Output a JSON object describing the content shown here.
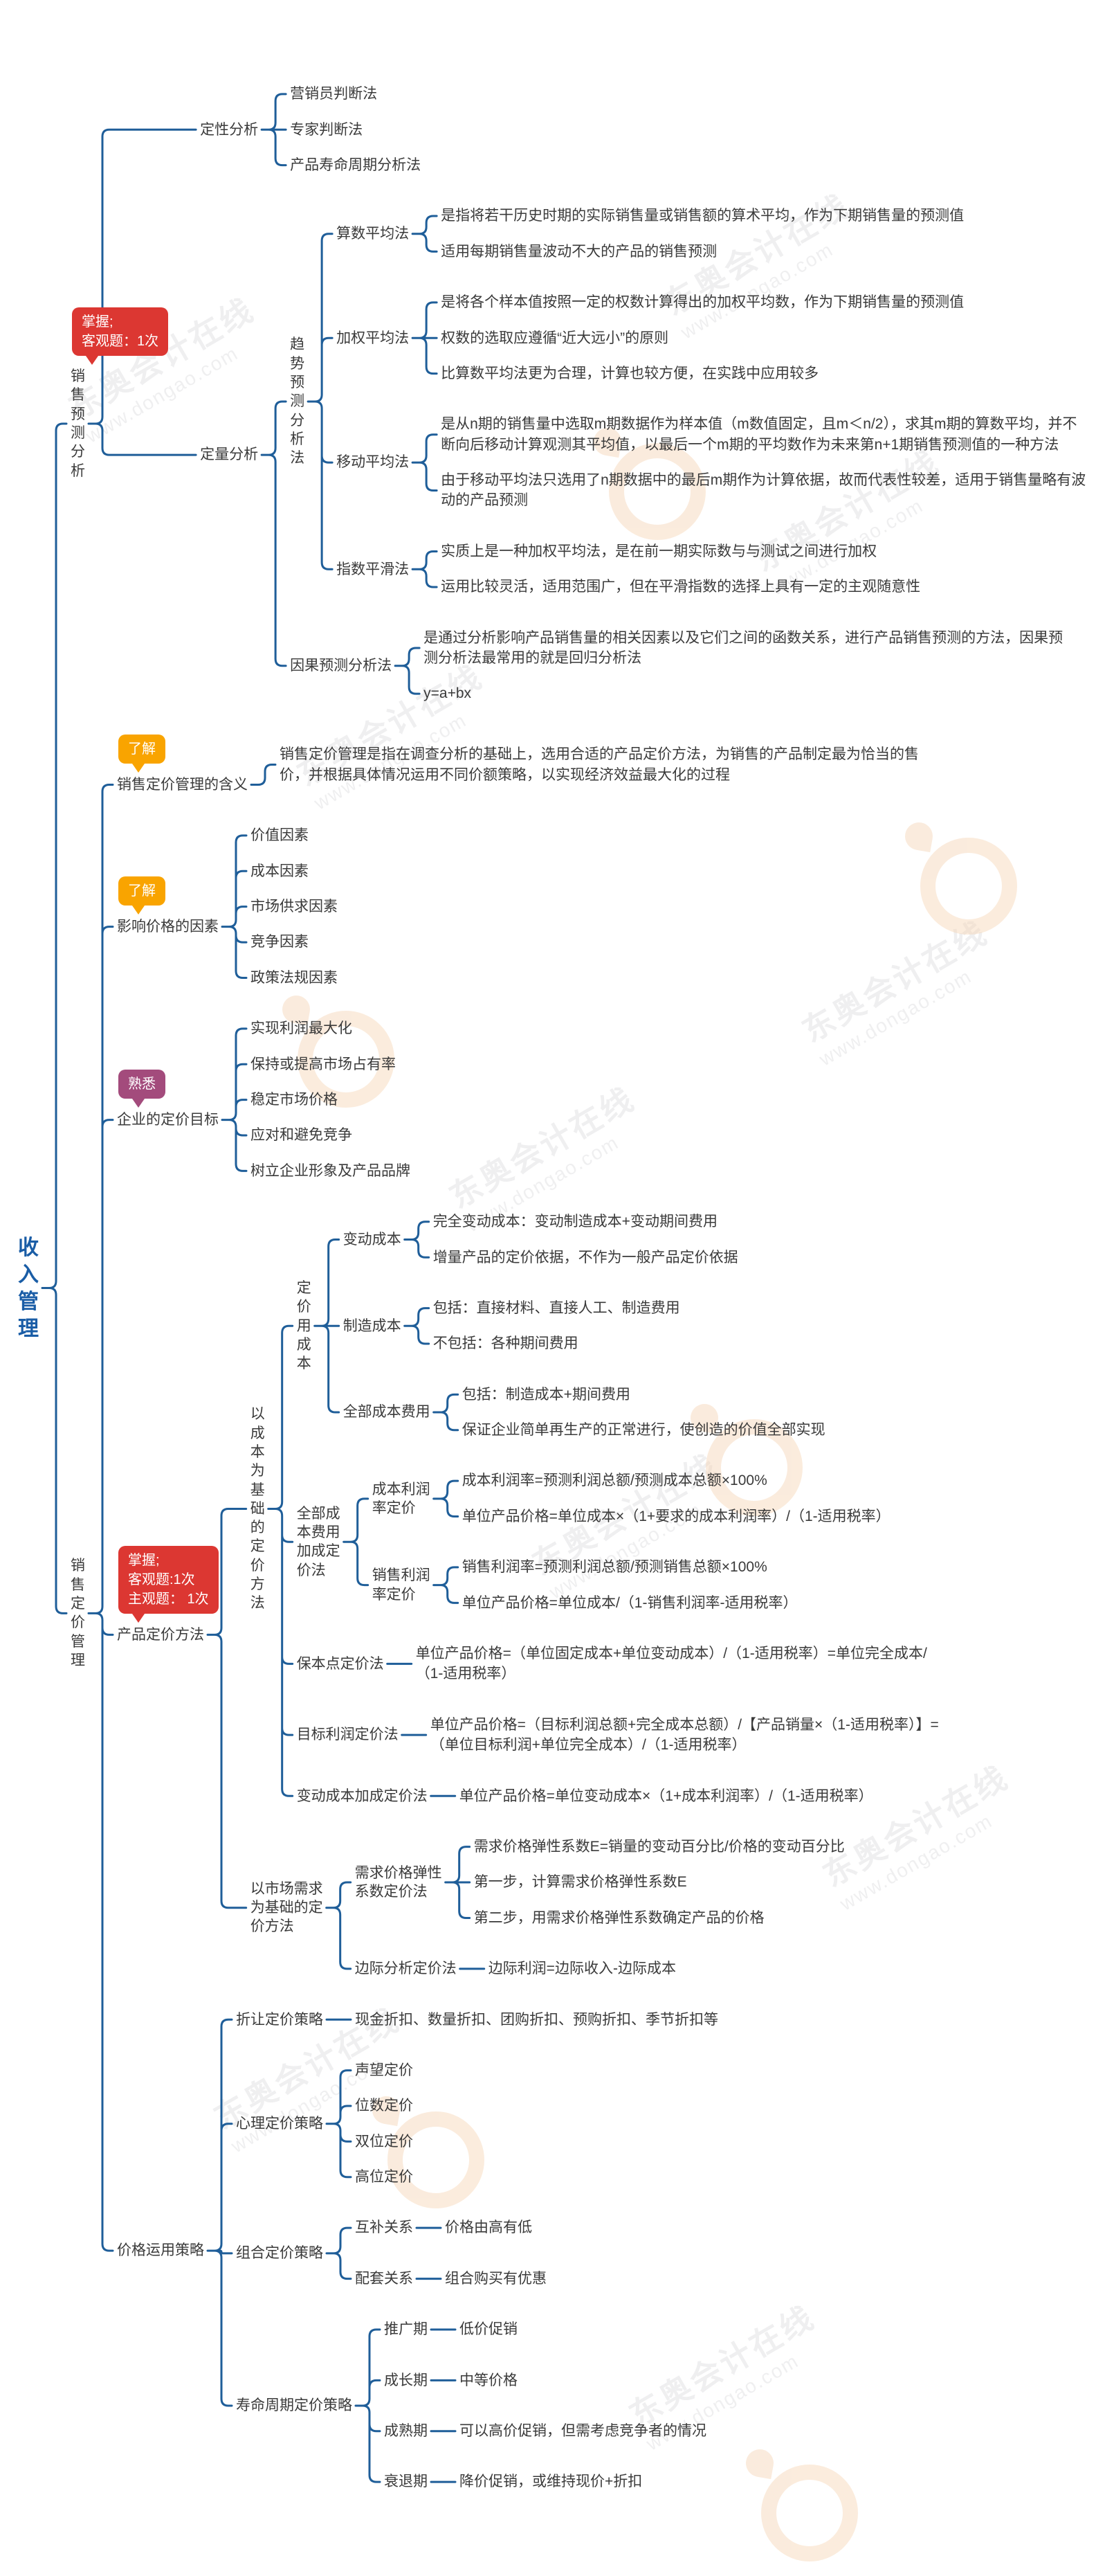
{
  "colors": {
    "line": "#1f5e99",
    "root_text": "#1a5da6",
    "text": "#3a3a3a",
    "badge_red": "#dc3732",
    "badge_orange": "#f9a400",
    "badge_purple": "#a34b7c"
  },
  "watermark": {
    "site_name": "东奥会计在线",
    "site_url": "www.dongao.com"
  },
  "mindmap": {
    "id": "root",
    "label": "收入管理",
    "wrap": 1,
    "kids": [
      {
        "id": "sales-forecast-analysis",
        "label": "销售预测分析",
        "wrap": 1,
        "badge": {
          "text": "掌握;\n客观题：1次",
          "color": "red"
        },
        "kids": [
          {
            "id": "qualitative-analysis",
            "label": "定性分析",
            "kids": [
              {
                "label": "营销员判断法"
              },
              {
                "label": "专家判断法"
              },
              {
                "label": "产品寿命周期分析法"
              }
            ]
          },
          {
            "id": "quantitative-analysis",
            "label": "定量分析",
            "kids": [
              {
                "id": "trend-forecast-analysis",
                "label": "趋势预测分析法",
                "wrap": 1,
                "kids": [
                  {
                    "id": "arithmetic-average",
                    "label": "算数平均法",
                    "kids": [
                      {
                        "label": "是指将若干历史时期的实际销售量或销售额的算术平均，作为下期销售量的预测值"
                      },
                      {
                        "label": "适用每期销售量波动不大的产品的销售预测"
                      }
                    ]
                  },
                  {
                    "id": "weighted-average",
                    "label": "加权平均法",
                    "kids": [
                      {
                        "label": "是将各个样本值按照一定的权数计算得出的加权平均数，作为下期销售量的预测值"
                      },
                      {
                        "label": "权数的选取应遵循“近大远小”的原则"
                      },
                      {
                        "label": "比算数平均法更为合理，计算也较方便，在实践中应用较多"
                      }
                    ]
                  },
                  {
                    "id": "moving-average",
                    "label": "移动平均法",
                    "kids": [
                      {
                        "label": "是从n期的销售量中选取m期数据作为样本值（m数值固定，且m＜n/2），求其m期的算数平均，并不断向后移动计算观测其平均值，以最后一个m期的平均数作为未来第n+1期销售预测值的一种方法"
                      },
                      {
                        "label": "由于移动平均法只选用了n期数据中的最后m期作为计算依据，故而代表性较差，适用于销售量略有波动的产品预测"
                      }
                    ]
                  },
                  {
                    "id": "exponential-smoothing",
                    "label": "指数平滑法",
                    "kids": [
                      {
                        "label": "实质上是一种加权平均法，是在前一期实际数与与测试之间进行加权"
                      },
                      {
                        "label": "运用比较灵活，适用范围广，但在平滑指数的选择上具有一定的主观随意性"
                      }
                    ]
                  }
                ]
              },
              {
                "id": "causal-forecast-analysis",
                "label": "因果预测分析法",
                "kids": [
                  {
                    "label": "是通过分析影响产品销售量的相关因素以及它们之间的函数关系，进行产品销售预测的方法，因果预测分析法最常用的就是回归分析法"
                  },
                  {
                    "label": "y=a+bx"
                  }
                ]
              }
            ]
          }
        ]
      },
      {
        "id": "sales-pricing-management",
        "label": "销售定价管理",
        "wrap": 1,
        "kids": [
          {
            "id": "pricing-management-meaning",
            "label": "销售定价管理的含义",
            "badge": {
              "text": "了解",
              "color": "orange"
            },
            "kids": [
              {
                "label": "销售定价管理是指在调查分析的基础上，选用合适的产品定价方法，为销售的产品制定最为恰当的售价，并根据具体情况运用不同价额策略，以实现经济效益最大化的过程"
              }
            ]
          },
          {
            "id": "price-influencing-factors",
            "label": "影响价格的因素",
            "badge": {
              "text": "了解",
              "color": "orange"
            },
            "kids": [
              {
                "label": "价值因素"
              },
              {
                "label": "成本因素"
              },
              {
                "label": "市场供求因素"
              },
              {
                "label": "竞争因素"
              },
              {
                "label": "政策法规因素"
              }
            ]
          },
          {
            "id": "pricing-objectives",
            "label": "企业的定价目标",
            "badge": {
              "text": "熟悉",
              "color": "purple"
            },
            "kids": [
              {
                "label": "实现利润最大化"
              },
              {
                "label": "保持或提高市场占有率"
              },
              {
                "label": "稳定市场价格"
              },
              {
                "label": "应对和避免竞争"
              },
              {
                "label": "树立企业形象及产品品牌"
              }
            ]
          },
          {
            "id": "product-pricing-methods",
            "label": "产品定价方法",
            "badge": {
              "text": "掌握;\n客观题:1次\n主观题： 1次",
              "color": "red"
            },
            "kids": [
              {
                "id": "cost-based-pricing",
                "label": "以成本为基础的定价方法",
                "wrap": 1,
                "kids": [
                  {
                    "id": "pricing-cost",
                    "label": "定价用成本",
                    "wrap": 1,
                    "kids": [
                      {
                        "id": "variable-cost",
                        "label": "变动成本",
                        "kids": [
                          {
                            "label": "完全变动成本：变动制造成本+变动期间费用"
                          },
                          {
                            "label": "增量产品的定价依据，不作为一般产品定价依据"
                          }
                        ]
                      },
                      {
                        "id": "manufacturing-cost",
                        "label": "制造成本",
                        "kids": [
                          {
                            "label": "包括：直接材料、直接人工、制造费用"
                          },
                          {
                            "label": "不包括：各种期间费用"
                          }
                        ]
                      },
                      {
                        "id": "total-cost-expense",
                        "label": "全部成本费用",
                        "kids": [
                          {
                            "label": "包括：制造成本+期间费用"
                          },
                          {
                            "label": "保证企业简单再生产的正常进行，使创造的价值全部实现"
                          }
                        ]
                      }
                    ]
                  },
                  {
                    "id": "full-cost-plus-pricing",
                    "label": "全部成本费用加成定价法",
                    "wrap": 3,
                    "kids": [
                      {
                        "id": "cost-profit-rate-pricing",
                        "label": "成本利润率定价",
                        "wrap": 4,
                        "kids": [
                          {
                            "label": "成本利润率=预测利润总额/预测成本总额×100%"
                          },
                          {
                            "label": "单位产品价格=单位成本×（1+要求的成本利润率）/（1-适用税率）"
                          }
                        ]
                      },
                      {
                        "id": "sales-profit-rate-pricing",
                        "label": "销售利润率定价",
                        "wrap": 4,
                        "kids": [
                          {
                            "label": "销售利润率=预测利润总额/预测销售总额×100%"
                          },
                          {
                            "label": "单位产品价格=单位成本/（1-销售利润率-适用税率）"
                          }
                        ]
                      }
                    ]
                  },
                  {
                    "id": "breakeven-pricing",
                    "label": "保本点定价法",
                    "kids": [
                      {
                        "label": "单位产品价格=（单位固定成本+单位变动成本）/（1-适用税率）=单位完全成本/（1-适用税率）"
                      }
                    ]
                  },
                  {
                    "id": "target-profit-pricing",
                    "label": "目标利润定价法",
                    "kids": [
                      {
                        "label": "单位产品价格=（目标利润总额+完全成本总额）/【产品销量×（1-适用税率）】=（单位目标利润+单位完全成本）/（1-适用税率）"
                      }
                    ]
                  },
                  {
                    "id": "variable-cost-plus-pricing",
                    "label": "变动成本加成定价法",
                    "kids": [
                      {
                        "label": "单位产品价格=单位变动成本×（1+成本利润率）/（1-适用税率）"
                      }
                    ]
                  }
                ]
              },
              {
                "id": "demand-based-pricing",
                "label": "以市场需求为基础的定价方法",
                "wrap": 5,
                "kids": [
                  {
                    "id": "price-elasticity-pricing",
                    "label": "需求价格弹性系数定价法",
                    "wrap": 6,
                    "kids": [
                      {
                        "label": "需求价格弹性系数E=销量的变动百分比/价格的变动百分比"
                      },
                      {
                        "label": "第一步，计算需求价格弹性系数E"
                      },
                      {
                        "label": "第二步，用需求价格弹性系数确定产品的价格"
                      }
                    ]
                  },
                  {
                    "id": "marginal-analysis-pricing",
                    "label": "边际分析定价法",
                    "kids": [
                      {
                        "label": "边际利润=边际收入-边际成本"
                      }
                    ]
                  }
                ]
              }
            ]
          },
          {
            "id": "price-application-strategies",
            "label": "价格运用策略",
            "kids": [
              {
                "id": "discount-pricing-strategy",
                "label": "折让定价策略",
                "kids": [
                  {
                    "label": "现金折扣、数量折扣、团购折扣、预购折扣、季节折扣等"
                  }
                ]
              },
              {
                "id": "psychological-pricing-strategy",
                "label": "心理定价策略",
                "kids": [
                  {
                    "label": "声望定价"
                  },
                  {
                    "label": "位数定价"
                  },
                  {
                    "label": "双位定价"
                  },
                  {
                    "label": "高位定价"
                  }
                ]
              },
              {
                "id": "combination-pricing-strategy",
                "label": "组合定价策略",
                "kids": [
                  {
                    "id": "complementary-relation",
                    "label": "互补关系",
                    "kids": [
                      {
                        "label": "价格由高有低"
                      }
                    ]
                  },
                  {
                    "id": "bundle-relation",
                    "label": "配套关系",
                    "kids": [
                      {
                        "label": "组合购买有优惠"
                      }
                    ]
                  }
                ]
              },
              {
                "id": "lifecycle-pricing-strategy",
                "label": "寿命周期定价策略",
                "kids": [
                  {
                    "id": "promotion-period",
                    "label": "推广期",
                    "kids": [
                      {
                        "label": "低价促销"
                      }
                    ]
                  },
                  {
                    "id": "growth-period",
                    "label": "成长期",
                    "kids": [
                      {
                        "label": "中等价格"
                      }
                    ]
                  },
                  {
                    "id": "maturity-period",
                    "label": "成熟期",
                    "kids": [
                      {
                        "label": "可以高价促销，但需考虑竞争者的情况"
                      }
                    ]
                  },
                  {
                    "id": "decline-period",
                    "label": "衰退期",
                    "kids": [
                      {
                        "label": "降价促销，或维持现价+折扣"
                      }
                    ]
                  }
                ]
              }
            ]
          }
        ]
      }
    ]
  }
}
